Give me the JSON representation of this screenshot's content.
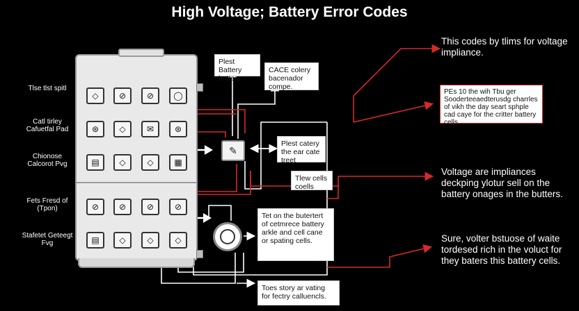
{
  "title": "High Voltage; Battery Error Codes",
  "colors": {
    "background": "#000000",
    "wire_red": "#d42a2a",
    "wire_white": "#ffffff",
    "battery_body": "#e9e9e9"
  },
  "row_labels": [
    "Tlse tlst spitl",
    "Catl tirley Cafuetfal Pad",
    "Chionose Calcorot Pvg",
    "Fets Fresd of (Tpon)",
    "Stafetet Geteegt Fvg"
  ],
  "cell_icons": [
    [
      "◇",
      "⊘",
      "⊘",
      "◯"
    ],
    [
      "⊛",
      "◇",
      "✉",
      "⊛"
    ],
    [
      "▤",
      "◇",
      "◇",
      "▦"
    ],
    [
      "⊘",
      "⊘",
      "⊘",
      "⊘"
    ],
    [
      "▤",
      "◇",
      "◇",
      "◇"
    ]
  ],
  "cell_icon_names": [
    "diamond-icon",
    "slash-circle-icon",
    "gear-icon",
    "envelope-icon",
    "grid-icon",
    "circle-icon"
  ],
  "boxes": {
    "plest_battery": "Plest Battery bnttery",
    "cace": "CACE colery bacenador compe.",
    "pes": "PEs 10 the wih Tbu ger Sooderteeaedterusdg charrles of vikh the day seart sphple cad caye for the critter battery cells.",
    "plest_cate": "Plest catery the ear cate treet",
    "tlew_cells": "Tlew cells coells",
    "tet_on": "Tet on the butertert of cetmrece battery arkle and cell cane or spating cells.",
    "toes_story": "Toes story ar vating for fectry calluencls."
  },
  "notes": {
    "top_right": "This codes by tlims for voltage impliance.",
    "middle_right": "Voltage are impliances deckping ylotur sell on the battery onages in the butters.",
    "bottom_right": "Sure, volter bstuose of waite tordesed rich in the voluct for they baters this battery cells."
  }
}
